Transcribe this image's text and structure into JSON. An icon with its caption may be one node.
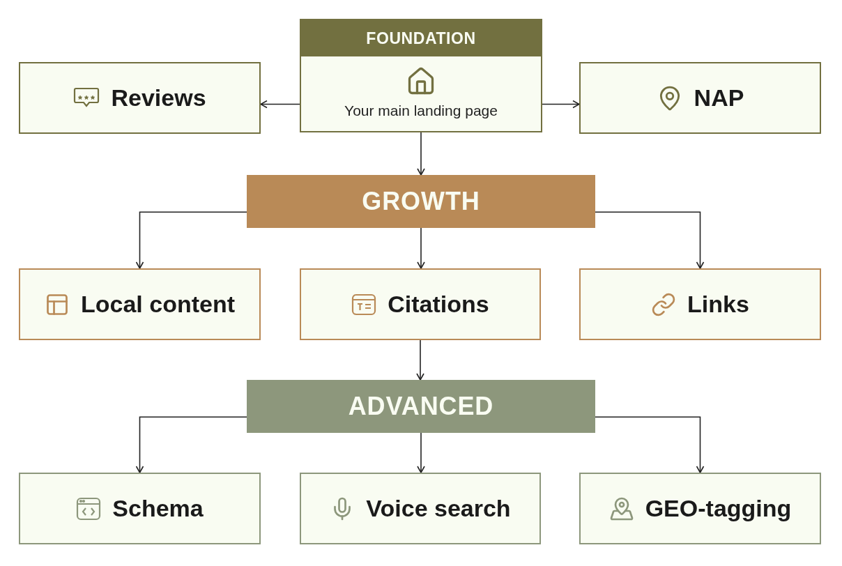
{
  "diagram": {
    "nodes": [
      {
        "text": [
          "FOUNDATION",
          "Your main landing page"
        ]
      },
      {
        "text": [
          "Reviews"
        ]
      },
      {
        "text": [
          "NAP"
        ]
      },
      {
        "text": [
          "GROWTH"
        ]
      },
      {
        "text": [
          "Local content"
        ]
      },
      {
        "text": [
          "Citations"
        ]
      },
      {
        "text": [
          "Links"
        ]
      },
      {
        "text": [
          "ADVANCED"
        ]
      },
      {
        "text": [
          "Schema"
        ]
      },
      {
        "text": [
          "Voice search"
        ]
      },
      {
        "text": [
          "GEO-tagging"
        ]
      }
    ],
    "edges": [
      {
        "from": 0,
        "to": 1,
        "arrow": "to"
      },
      {
        "from": 0,
        "to": 2,
        "arrow": "to"
      },
      {
        "from": 0,
        "to": 3,
        "arrow": "to"
      },
      {
        "from": 3,
        "to": 4,
        "arrow": "to"
      },
      {
        "from": 3,
        "to": 5,
        "arrow": "to"
      },
      {
        "from": 3,
        "to": 6,
        "arrow": "to"
      },
      {
        "from": 5,
        "to": 7,
        "arrow": "to"
      },
      {
        "from": 7,
        "to": 8,
        "arrow": "to"
      },
      {
        "from": 7,
        "to": 9,
        "arrow": "to"
      },
      {
        "from": 7,
        "to": 10,
        "arrow": "to"
      }
    ]
  }
}
